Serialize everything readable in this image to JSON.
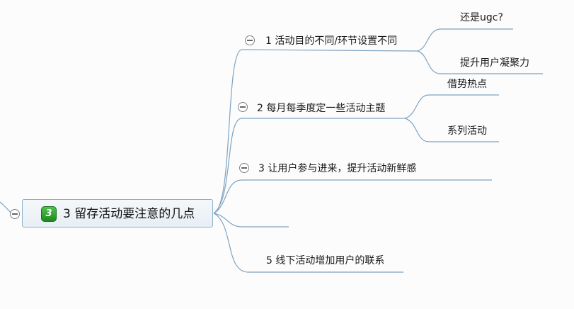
{
  "central_topic": {
    "priority_badge": "3",
    "label": "3 留存活动要注意的几点"
  },
  "branches": [
    {
      "label": "1 活动目的不同/环节设置不同",
      "children": [
        "还是ugc?",
        "提升用户凝聚力"
      ]
    },
    {
      "label": "2 每月每季度定一些活动主题",
      "children": [
        "借势热点",
        "系列活动"
      ]
    },
    {
      "label": "3  让用户参与进来，提升活动新鲜感",
      "children": []
    },
    {
      "label": "",
      "children": []
    },
    {
      "label": "5  线下活动增加用户的联系",
      "children": []
    }
  ],
  "colors": {
    "connector": "#7fa3c0",
    "central_border": "#8eb0c8",
    "badge": "#2ea12e"
  },
  "icons": {
    "collapse": "circle-minus-icon"
  }
}
